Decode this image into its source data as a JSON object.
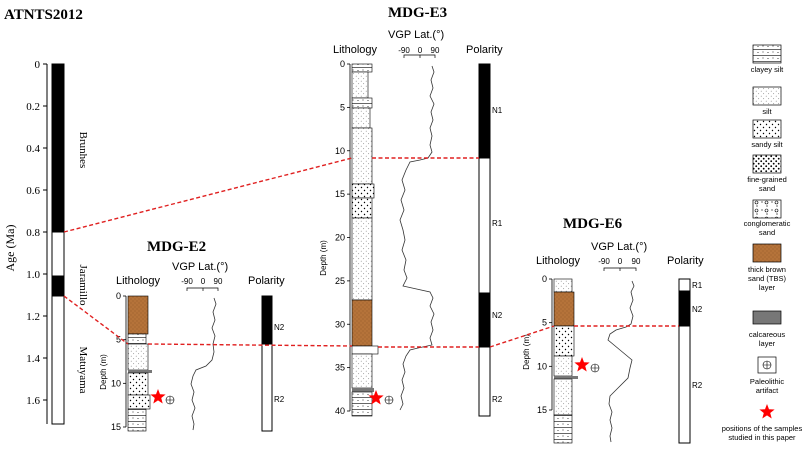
{
  "titles": {
    "atnts": "ATNTS2012",
    "e3": "MDG-E3",
    "e2": "MDG-E2",
    "e6": "MDG-E6"
  },
  "headers": {
    "lithology": "Lithology",
    "vgp": "VGP Lat.(°)",
    "polarity": "Polarity",
    "vgp_ticks": [
      "-90",
      "0",
      "90"
    ],
    "depth": "Depth (m)"
  },
  "age_axis": {
    "label": "Age (Ma)",
    "ticks": [
      "0",
      "0.2",
      "0.4",
      "0.6",
      "0.8",
      "1.0",
      "1.2",
      "1.4",
      "1.6"
    ]
  },
  "chrons": {
    "brunhes": "Brunhes",
    "jaramillo": "Jaramillo",
    "matuyama": "Matuyama"
  },
  "e3": {
    "depth_ticks": [
      "0",
      "5",
      "10",
      "15",
      "20",
      "25",
      "30",
      "35",
      "40"
    ],
    "polarity_labels": [
      "N1",
      "R1",
      "N2",
      "R2"
    ]
  },
  "e2": {
    "depth_ticks": [
      "0",
      "5",
      "10",
      "15"
    ],
    "polarity_labels": [
      "N2",
      "R2"
    ]
  },
  "e6": {
    "depth_ticks": [
      "0",
      "5",
      "10",
      "15"
    ],
    "polarity_labels": [
      "R1",
      "N2",
      "R2"
    ]
  },
  "legend": {
    "items": [
      "clayey silt",
      "silt",
      "sandy silt",
      "fine-grained sand",
      "conglomeratic sand",
      "thick brown sand (TBS) layer",
      "calcareous layer",
      "Paleolithic artifact",
      "positions of the samples studied in this paper"
    ]
  },
  "colors": {
    "tbs": "#b5733a",
    "correlation": "#e02020",
    "star": "#ff0000",
    "calcareous": "#777777"
  }
}
